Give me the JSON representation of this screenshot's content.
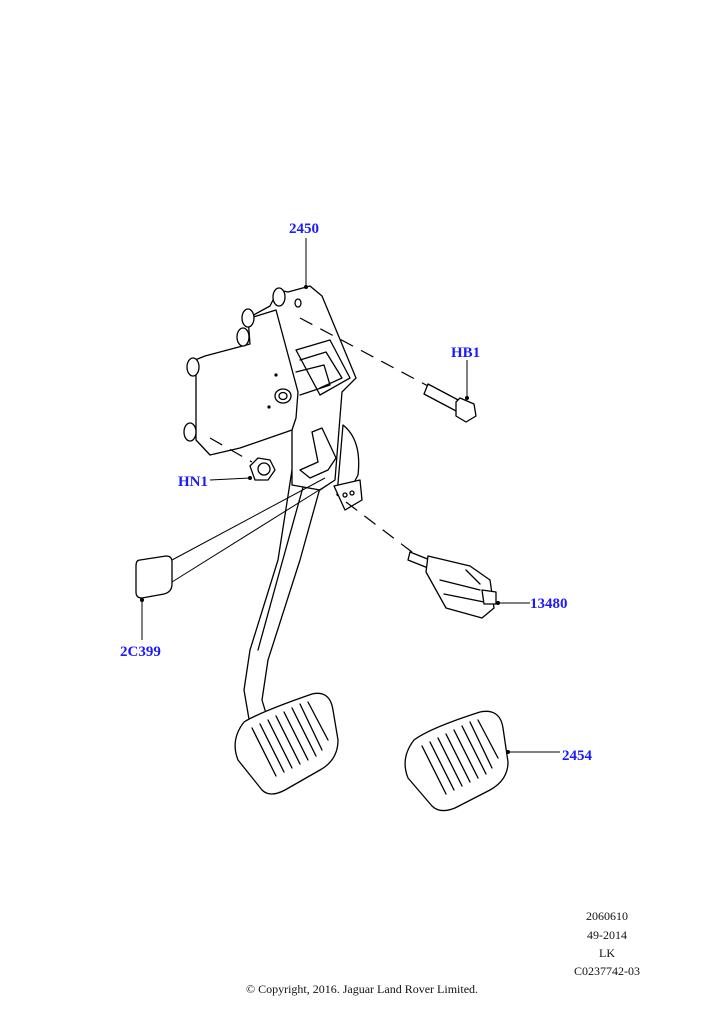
{
  "callouts": {
    "bracket": "2450",
    "bolt": "HB1",
    "nut": "HN1",
    "switch": "13480",
    "pad_cover": "2C399",
    "pedal_pad": "2454"
  },
  "footer": {
    "ref_number": "2060610",
    "model_code": "49-2014",
    "lang": "LK",
    "drawing_id": "C0237742-03",
    "copyright": "© Copyright, 2016. Jaguar Land Rover Limited."
  },
  "colors": {
    "callout": "#1a1aff"
  }
}
